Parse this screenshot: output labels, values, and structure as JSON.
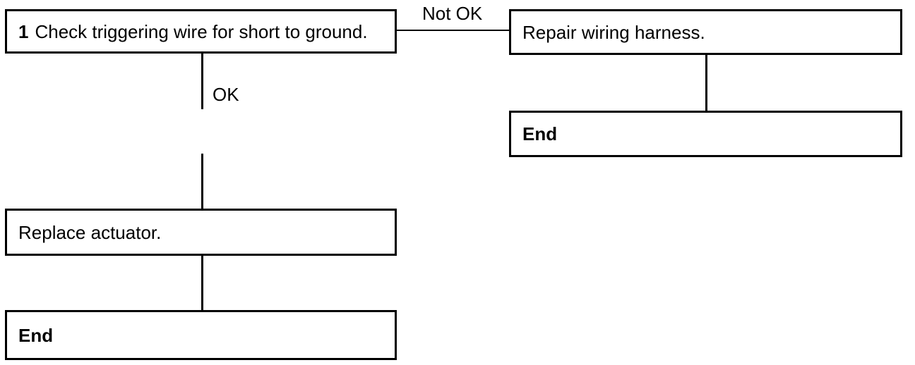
{
  "steps": {
    "check": {
      "number": "1",
      "text": "Check triggering wire for short to ground."
    },
    "repair": {
      "text": "Repair wiring harness."
    },
    "repair_end": {
      "text": "End"
    },
    "replace": {
      "text": "Replace actuator."
    },
    "replace_end": {
      "text": "End"
    }
  },
  "branches": {
    "not_ok": "Not OK",
    "ok": "OK"
  }
}
